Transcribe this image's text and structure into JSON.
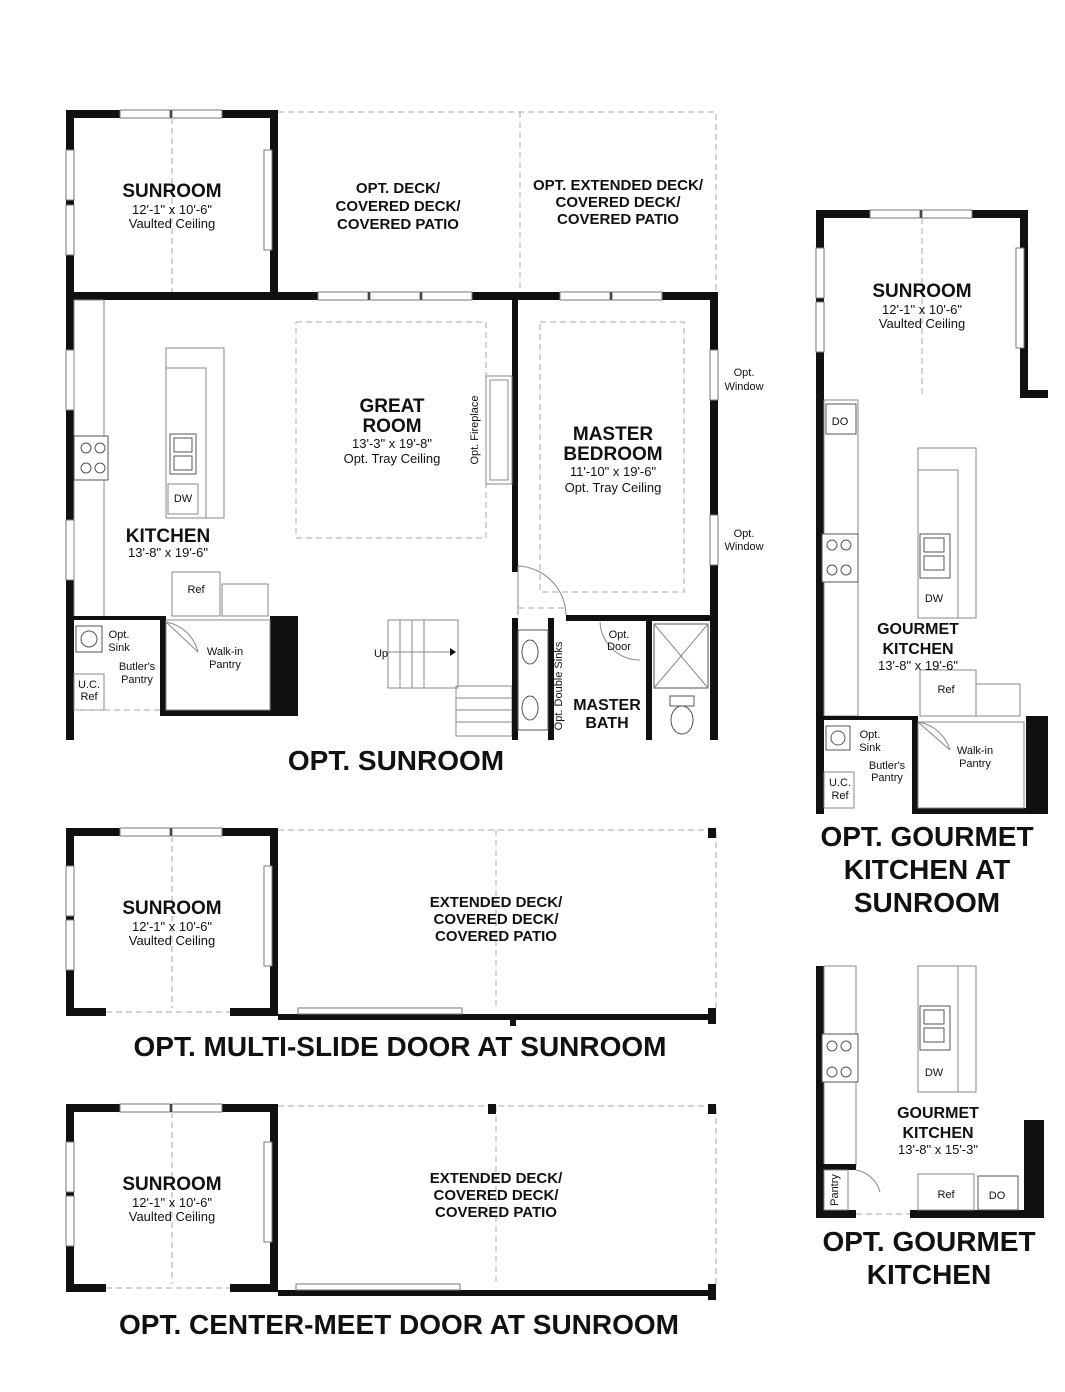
{
  "main_plan": {
    "sunroom": {
      "name": "SUNROOM",
      "dim": "12'-1\" x 10'-6\"",
      "note": "Vaulted Ceiling"
    },
    "opt_deck": [
      "OPT. DECK/",
      "COVERED DECK/",
      "COVERED PATIO"
    ],
    "opt_extended_deck": [
      "OPT. EXTENDED DECK/",
      "COVERED DECK/",
      "COVERED PATIO"
    ],
    "great_room": {
      "name1": "GREAT",
      "name2": "ROOM",
      "dim": "13'-3\" x 19'-8\"",
      "note": "Opt. Tray Ceiling"
    },
    "opt_fireplace": "Opt. Fireplace",
    "master_bedroom": {
      "name1": "MASTER",
      "name2": "BEDROOM",
      "dim": "11'-10\" x 19'-6\"",
      "note": "Opt. Tray Ceiling"
    },
    "opt_window": "Opt.",
    "opt_window2": "Window",
    "kitchen": {
      "name": "KITCHEN",
      "dim": "13'-8\" x 19'-6\""
    },
    "dw": "DW",
    "ref": "Ref",
    "opt_sink1": "Opt.",
    "opt_sink2": "Sink",
    "butlers1": "Butler's",
    "butlers2": "Pantry",
    "uc1": "U.C.",
    "uc2": "Ref",
    "walkin1": "Walk-in",
    "walkin2": "Pantry",
    "up": "Up",
    "opt_double_sinks": "Opt. Double Sinks",
    "opt_door1": "Opt.",
    "opt_door2": "Door",
    "master_bath1": "MASTER",
    "master_bath2": "BATH",
    "caption": "OPT. SUNROOM"
  },
  "gourmet_sunroom": {
    "sunroom": {
      "name": "SUNROOM",
      "dim": "12'-1\" x 10'-6\"",
      "note": "Vaulted Ceiling"
    },
    "do": "DO",
    "dw": "DW",
    "kitchen1": "GOURMET",
    "kitchen2": "KITCHEN",
    "dim": "13'-8\" x 19'-6\"",
    "ref": "Ref",
    "opt_sink1": "Opt.",
    "opt_sink2": "Sink",
    "butlers1": "Butler's",
    "butlers2": "Pantry",
    "uc1": "U.C.",
    "uc2": "Ref",
    "walkin1": "Walk-in",
    "walkin2": "Pantry",
    "caption": [
      "OPT. GOURMET",
      "KITCHEN AT",
      "SUNROOM"
    ]
  },
  "multi_slide": {
    "sunroom": {
      "name": "SUNROOM",
      "dim": "12'-1\" x 10'-6\"",
      "note": "Vaulted Ceiling"
    },
    "deck": [
      "EXTENDED DECK/",
      "COVERED DECK/",
      "COVERED PATIO"
    ],
    "caption": "OPT. MULTI-SLIDE DOOR AT SUNROOM"
  },
  "center_meet": {
    "sunroom": {
      "name": "SUNROOM",
      "dim": "12'-1\" x 10'-6\"",
      "note": "Vaulted Ceiling"
    },
    "deck": [
      "EXTENDED DECK/",
      "COVERED DECK/",
      "COVERED PATIO"
    ],
    "caption": "OPT. CENTER-MEET DOOR AT SUNROOM"
  },
  "gourmet": {
    "dw": "DW",
    "kitchen1": "GOURMET",
    "kitchen2": "KITCHEN",
    "dim": "13'-8\" x 15'-3\"",
    "pantry": "Pantry",
    "ref": "Ref",
    "do": "DO",
    "caption": [
      "OPT. GOURMET",
      "KITCHEN"
    ]
  }
}
